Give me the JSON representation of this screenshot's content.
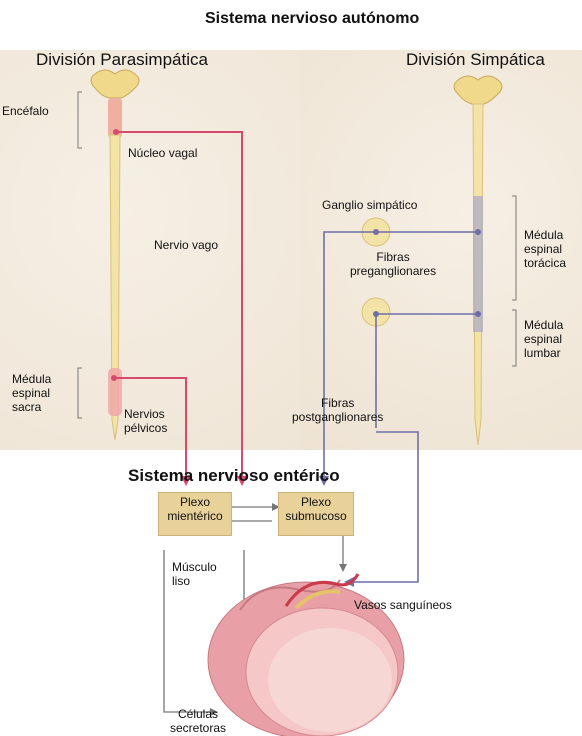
{
  "diagram": {
    "title": "Sistema nervioso autónomo",
    "left_header": "División Parasimpática",
    "right_header": "División Simpática",
    "labels": {
      "encefalo": "Encéfalo",
      "nucleo_vagal": "Núcleo vagal",
      "nervio_vago": "Nervio vago",
      "medula_sacra": [
        "Médula",
        "espinal",
        "sacra"
      ],
      "nervios_pelvicos": [
        "Nervios",
        "pélvicos"
      ],
      "ganglio_simpatico": "Ganglio simpático",
      "fibras_pre": [
        "Fibras",
        "preganglionares"
      ],
      "medula_toracica": [
        "Médula",
        "espinal",
        "torácica"
      ],
      "medula_lumbar": [
        "Médula",
        "espinal",
        "lumbar"
      ],
      "fibras_post": [
        "Fibras",
        "postganglionares"
      ],
      "enteric_title": "Sistema nervioso entérico",
      "plexo_mienterico": [
        "Plexo",
        "mientérico"
      ],
      "plexo_submucoso": [
        "Plexo",
        "submucoso"
      ],
      "musculo_liso": [
        "Músculo",
        "liso"
      ],
      "vasos": "Vasos sanguíneos",
      "celulas": [
        "Células",
        "secretoras"
      ]
    },
    "colors": {
      "parasympathetic_line": "#d64a6e",
      "sympathetic_line": "#6f6fa8",
      "spinal_cord": "#f3e3a6",
      "brain": "#f0d98a",
      "box": "#e9d29a",
      "intestine": "#e59aa0"
    }
  }
}
